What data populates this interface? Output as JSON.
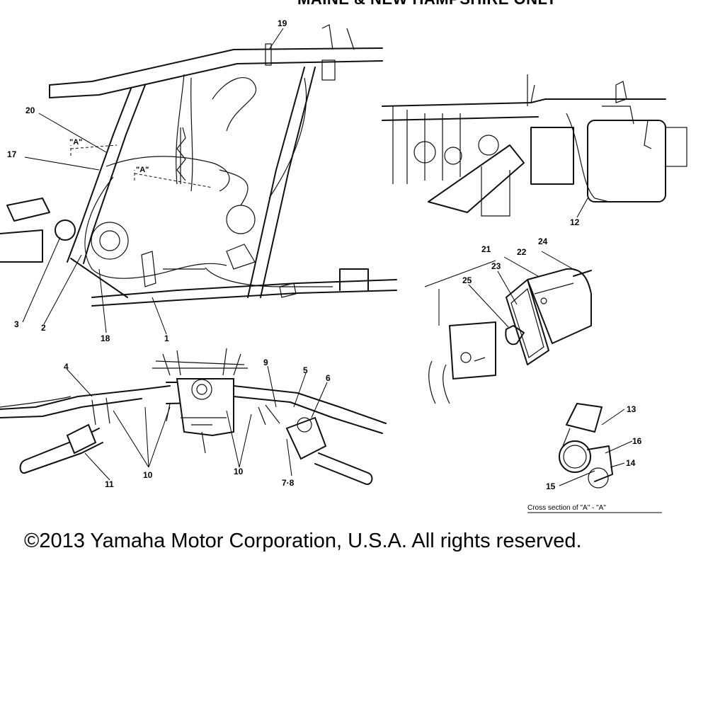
{
  "header": {
    "title": "MAINE & NEW HAMPSHIRE ONLY"
  },
  "callouts": [
    "1",
    "2",
    "3",
    "4",
    "5",
    "6",
    "7·8",
    "9",
    "10",
    "11",
    "12",
    "13",
    "14",
    "15",
    "16",
    "17",
    "18",
    "19",
    "20",
    "21",
    "22",
    "23",
    "24",
    "25"
  ],
  "section_marker": "\"A\"",
  "cross_section_caption": "Cross section of \"A\" - \"A\"",
  "footer": {
    "copyright": "©2013 Yamaha Motor Corporation, U.S.A. All rights reserved."
  }
}
